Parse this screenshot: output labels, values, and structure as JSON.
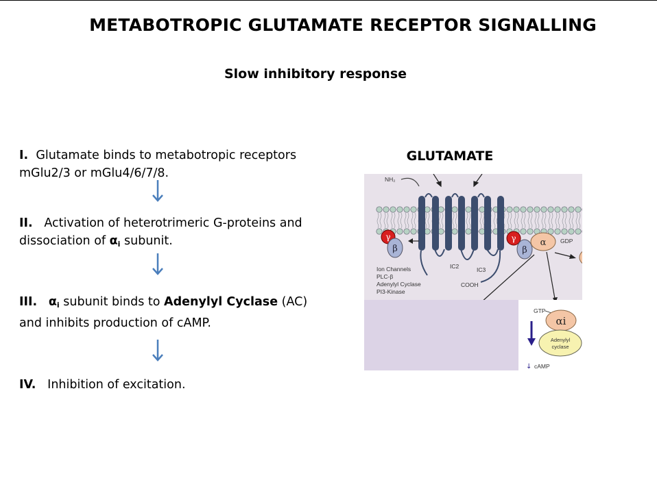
{
  "slide": {
    "title": "METABOTROPIC GLUTAMATE RECEPTOR SIGNALLING",
    "subtitle": "Slow inhibitory response"
  },
  "steps": [
    {
      "numeral": "I.",
      "text": "Glutamate binds to metabotropic receptors mGlu2/3 or mGlu4/6/7/8."
    },
    {
      "numeral": "II.",
      "text_before": "Activation of heterotrimeric G-proteins and dissociation of ",
      "alpha": "α",
      "alpha_sub": "i",
      "text_after": " subunit."
    },
    {
      "numeral": "III.",
      "alpha": "α",
      "alpha_sub": "i",
      "text_before": " subunit binds to ",
      "bold": "Adenylyl Cyclase",
      "text_after": " (AC) and inhibits production of cAMP."
    },
    {
      "numeral": "IV.",
      "text": "Inhibition of excitation."
    }
  ],
  "diagram": {
    "heading": "GLUTAMATE",
    "nh2": "NH₂",
    "gamma": "γ",
    "beta": "β",
    "alpha": "α",
    "gdp": "GDP",
    "gtp": "GTP",
    "alpha_i": "αi",
    "effectors": [
      "Ion Channels",
      "PLC-β",
      "Adenylyl Cyclase",
      "PI3-Kinase"
    ],
    "ic2": "IC2",
    "ic3": "IC3",
    "cooh": "COOH",
    "adenylyl_line1": "Adenylyl",
    "adenylyl_line2": "cyclase",
    "camp": "cAMP",
    "camp_arrow": "↓",
    "colors": {
      "background": "#e8e2ea",
      "overlay": "#dcd3e6",
      "helix": "#3c4d6e",
      "lipid_head": "#b7d2c4",
      "gamma": "#d81f1f",
      "beta": "#a9b4d6",
      "alpha": "#f4c6a6",
      "adenylyl": "#f7f2b0",
      "down_arrow": "#2a1f8a"
    }
  },
  "arrows": {
    "color": "#4a7ebb"
  }
}
